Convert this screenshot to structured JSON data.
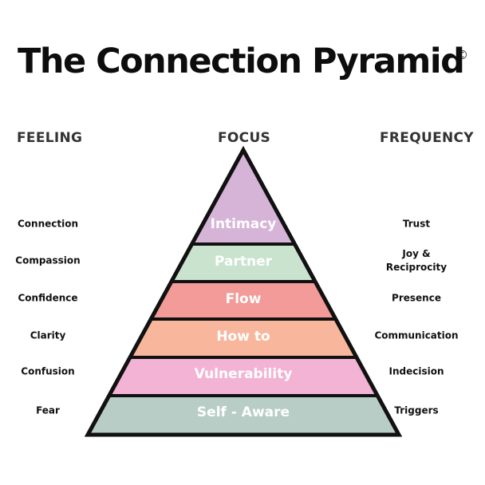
{
  "title": "The Connection Pyramid",
  "copyright_mark": "©",
  "columns": {
    "feeling": "FEELING",
    "focus": "FOCUS",
    "frequency": "FREQUENCY"
  },
  "tiers": [
    {
      "focus": "Intimacy",
      "feeling": "Connection",
      "frequency": "Trust",
      "color": "#d6b4d8"
    },
    {
      "focus": "Partner",
      "feeling": "Compassion",
      "frequency": "Joy &\nReciprocity",
      "color": "#c9e3cf"
    },
    {
      "focus": "Flow",
      "feeling": "Confidence",
      "frequency": "Presence",
      "color": "#f39b98"
    },
    {
      "focus": "How to",
      "feeling": "Clarity",
      "frequency": "Communication",
      "color": "#f8b79d"
    },
    {
      "focus": "Vulnerability",
      "feeling": "Confusion",
      "frequency": "Indecision",
      "color": "#f3b3d4"
    },
    {
      "focus": "Self - Aware",
      "feeling": "Fear",
      "frequency": "Triggers",
      "color": "#b8cdc6"
    }
  ],
  "outline_color": "#111111"
}
